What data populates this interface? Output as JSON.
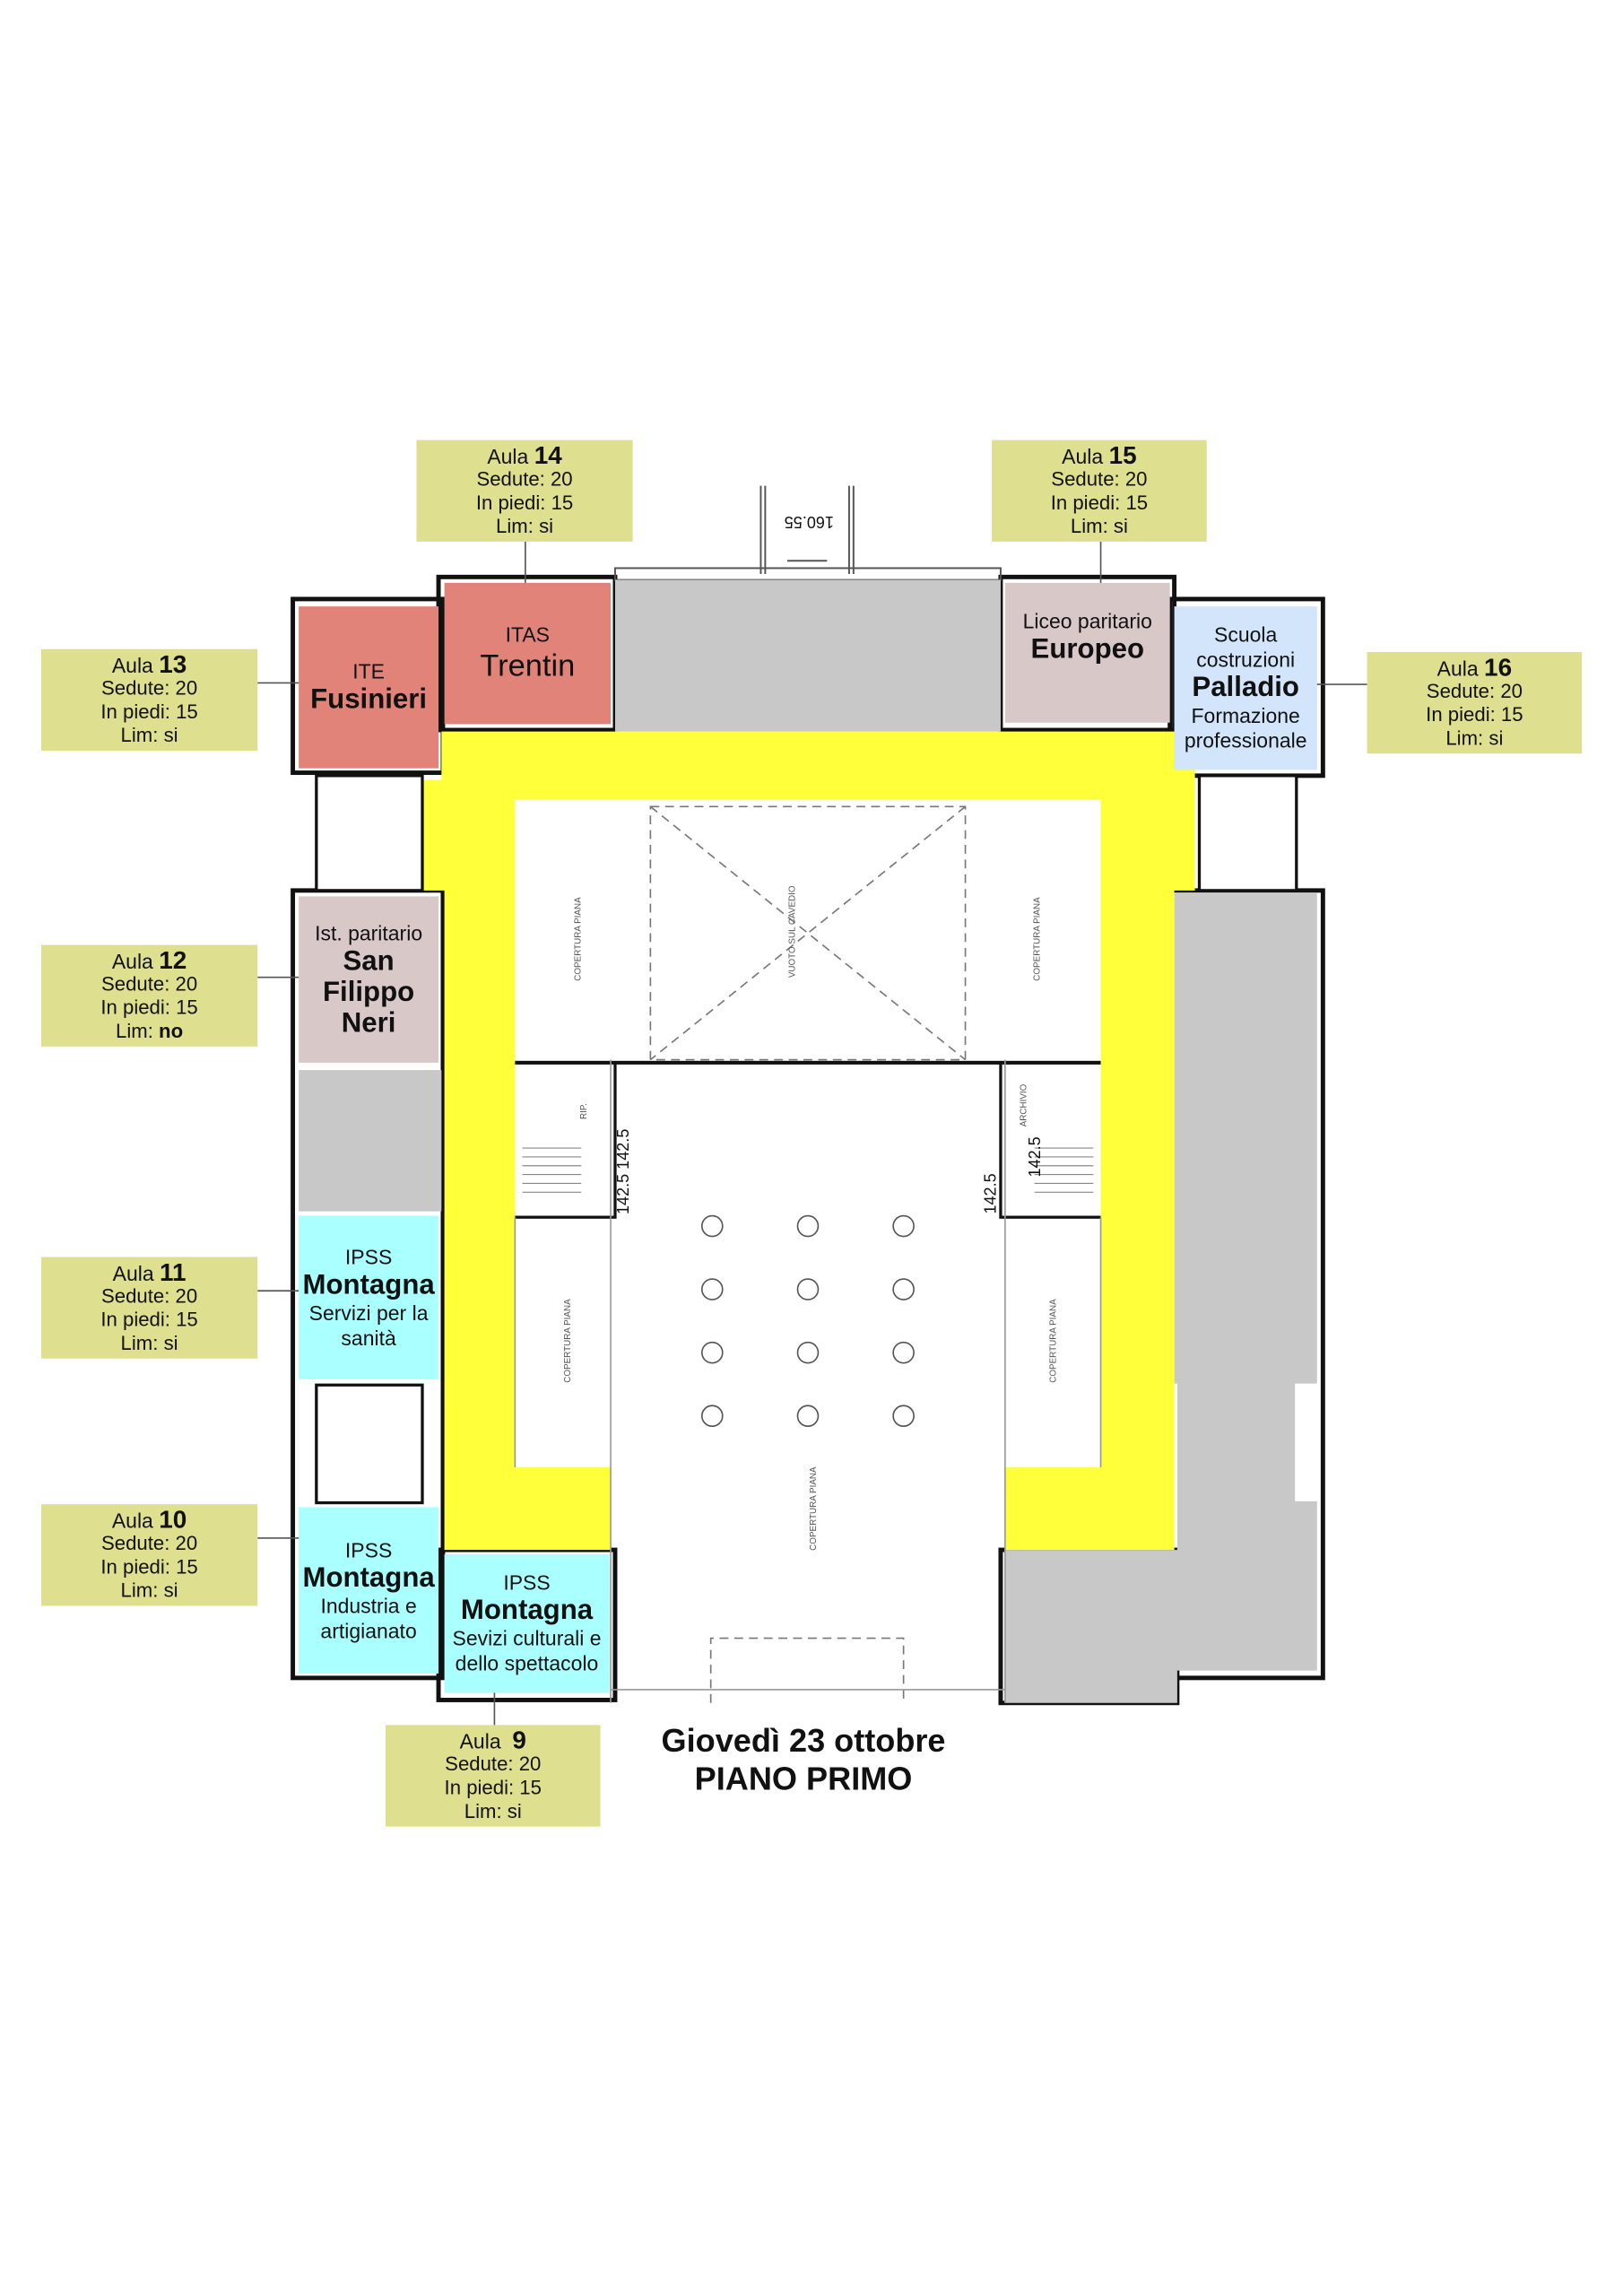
{
  "title": {
    "date": "Giovedì 23 ottobre",
    "floor": "PIANO PRIMO"
  },
  "colors": {
    "label_bg": "#dfdf90",
    "corridor": "#ffff3a",
    "red_room": "#e2837a",
    "pink_room": "#d9c8c8",
    "blue_room": "#d2e5fb",
    "cyan_room": "#aaffff",
    "unused": "#c8c8c8"
  },
  "labels": [
    {
      "aula": "Aula",
      "num": "14",
      "sedute": "Sedute: 20",
      "piedi": "In piedi: 15",
      "lim_label": "Lim:",
      "lim": "si"
    },
    {
      "aula": "Aula",
      "num": "15",
      "sedute": "Sedute: 20",
      "piedi": "In piedi: 15",
      "lim_label": "Lim:",
      "lim": "si"
    },
    {
      "aula": "Aula",
      "num": "13",
      "sedute": "Sedute: 20",
      "piedi": "In piedi: 15",
      "lim_label": "Lim:",
      "lim": "si"
    },
    {
      "aula": "Aula",
      "num": "16",
      "sedute": "Sedute: 20",
      "piedi": "In piedi: 15",
      "lim_label": "Lim:",
      "lim": "si"
    },
    {
      "aula": "Aula",
      "num": "12",
      "sedute": "Sedute: 20",
      "piedi": "In piedi: 15",
      "lim_label": "Lim:",
      "lim": "no"
    },
    {
      "aula": "Aula",
      "num": "11",
      "sedute": "Sedute: 20",
      "piedi": "In piedi: 15",
      "lim_label": "Lim:",
      "lim": "si"
    },
    {
      "aula": "Aula",
      "num": "10",
      "sedute": "Sedute: 20",
      "piedi": "In piedi: 15",
      "lim_label": "Lim:",
      "lim": "si"
    },
    {
      "aula": "Aula",
      "num": "9",
      "sedute": "Sedute: 20",
      "piedi": "In piedi: 15",
      "lim_label": "Lim:",
      "lim": "si"
    }
  ],
  "rooms": {
    "fusinieri": {
      "line1": "ITE",
      "line2": "Fusinieri"
    },
    "trentin": {
      "line1": "ITAS",
      "line2": "Trentin"
    },
    "europeo": {
      "line1": "Liceo paritario",
      "line2": "Europeo"
    },
    "palladio": {
      "line1": "Scuola",
      "line2": "costruzioni",
      "line3": "Palladio",
      "line4": "Formazione",
      "line5": "professionale"
    },
    "sanfilippo": {
      "line1": "Ist. paritario",
      "line2": "San",
      "line3": "Filippo",
      "line4": "Neri"
    },
    "montagna11": {
      "line1": "IPSS",
      "line2": "Montagna",
      "line3": "Servizi per la",
      "line4": "sanità"
    },
    "montagna10": {
      "line1": "IPSS",
      "line2": "Montagna",
      "line3": "Industria e",
      "line4": "artigianato"
    },
    "montagna9": {
      "line1": "IPSS",
      "line2": "Montagna",
      "line3": "Sevizi culturali e",
      "line4": "dello spettacolo"
    }
  },
  "annotations": {
    "entrance_dim": "160.55",
    "dim_left": "142.5 142.5",
    "dim_right_a": "142.5",
    "dim_right_b": "142.5",
    "copertura": "COPERTURA PIANA",
    "vuoto": "VUOTO SUL CAVEDIO",
    "rip": "RIP.",
    "archivio": "ARCHIVIO"
  }
}
